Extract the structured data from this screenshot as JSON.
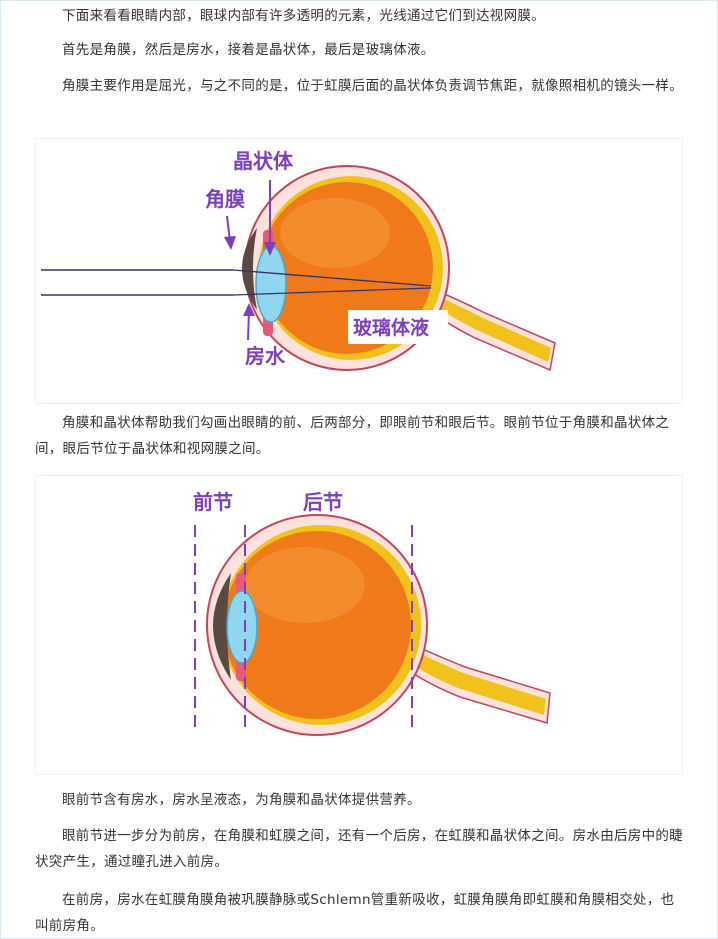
{
  "paragraphs": {
    "p1": "下面来看看眼睛内部，眼球内部有许多透明的元素，光线通过它们到达视网膜。",
    "p2": "首先是角膜，然后是房水，接着是晶状体，最后是玻璃体液。",
    "p3": "角膜主要作用是屈光，与之不同的是，位于虹膜后面的晶状体负责调节焦距，就像照相机的镜头一样。",
    "p4": "角膜和晶状体帮助我们勾画出眼睛的前、后两部分，即眼前节和眼后节。眼前节位于角膜和晶状体之间，眼后节位于晶状体和视网膜之间。",
    "p5": "眼前节含有房水，房水呈液态，为角膜和晶状体提供营养。",
    "p6": "眼前节进一步分为前房，在角膜和虹膜之间，还有一个后房，在虹膜和晶状体之间。房水由后房中的睫状突产生，通过瞳孔进入前房。",
    "p7": "在前房，房水在虹膜角膜角被巩膜静脉或Schlemn管重新吸收，虹膜角膜角即虹膜和角膜相交处，也叫前房角。"
  },
  "figure1": {
    "labels": {
      "lens": "晶状体",
      "cornea": "角膜",
      "vitreous": "玻璃体液",
      "aqueous": "房水"
    }
  },
  "figure2": {
    "labels": {
      "anterior": "前节",
      "posterior": "后节"
    }
  },
  "colors": {
    "text": "#333333",
    "label": "#7b3fbf",
    "eyeball": "#f07a1a",
    "sclera": "#fbe2dc",
    "retina": "#f2c21c",
    "lens": "#8fd6ee",
    "panel_border": "#d7e8f3"
  }
}
